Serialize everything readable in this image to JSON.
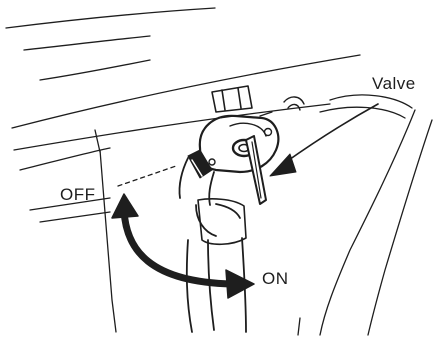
{
  "labels": {
    "valve": "Valve",
    "off": "OFF",
    "on": "ON"
  },
  "colors": {
    "ink": "#1e1e1e",
    "background": "#ffffff"
  },
  "icons": {
    "valve_pointer": "arrow-pointer-icon",
    "rotation": "double-headed-curved-arrow-icon"
  }
}
